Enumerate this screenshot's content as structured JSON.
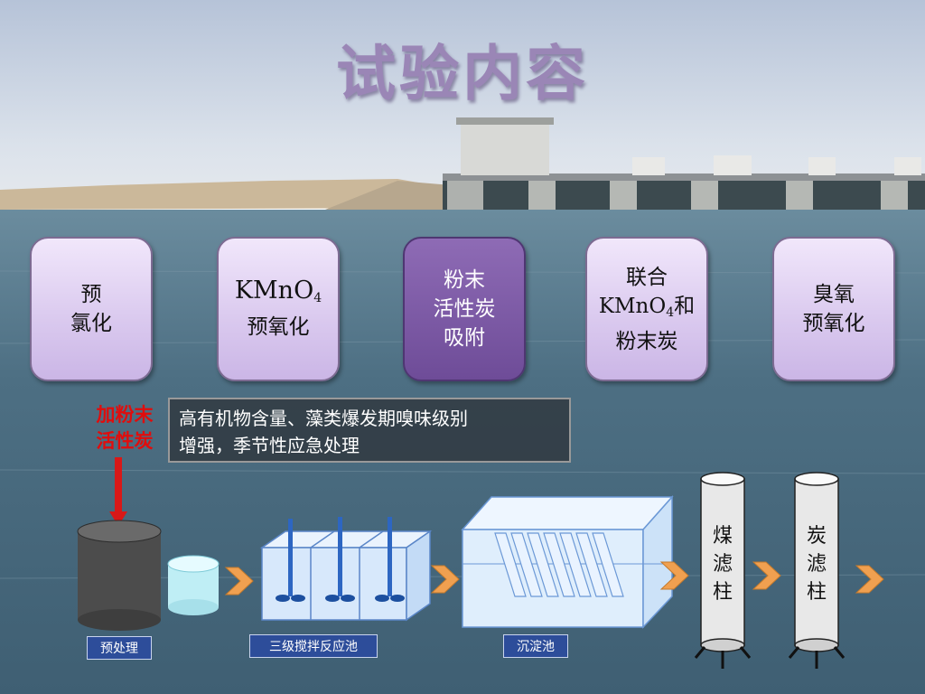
{
  "slide": {
    "title": "试验内容"
  },
  "cards": [
    {
      "line1": "预",
      "line2": "氯化",
      "line3": ""
    },
    {
      "line1": "KMnO",
      "sub": "4",
      "line2": "预氧化"
    },
    {
      "line1": "粉末",
      "line2": "活性炭",
      "line3": "吸附"
    },
    {
      "line1": "联合",
      "line2a": "KMnO",
      "sub": "4",
      "line2b": "和",
      "line3": "粉末炭"
    },
    {
      "line1": "臭氧",
      "line2": "预氧化"
    }
  ],
  "add_pac": {
    "line1": "加粉末",
    "line2": "活性炭"
  },
  "note": {
    "line1": "高有机物含量、藻类爆发期嗅味级别",
    "line2": "增强，季节性应急处理"
  },
  "process": {
    "pretreatment_label": "预处理",
    "reactor_label": "三级搅拌反应池",
    "settling_label": "沉淀池",
    "coal_filter": [
      "煤",
      "滤",
      "柱"
    ],
    "carbon_filter": [
      "炭",
      "滤",
      "柱"
    ]
  },
  "colors": {
    "title": "#9a86b6",
    "card_fill": "#d9c8ee",
    "card_active": "#7a58a6",
    "red_text": "#e00d0d",
    "tag_fill": "#2d4d9a",
    "arrow": "#f0a050"
  },
  "icons": [
    "red-down-arrow-icon",
    "chevron-right-icon"
  ]
}
